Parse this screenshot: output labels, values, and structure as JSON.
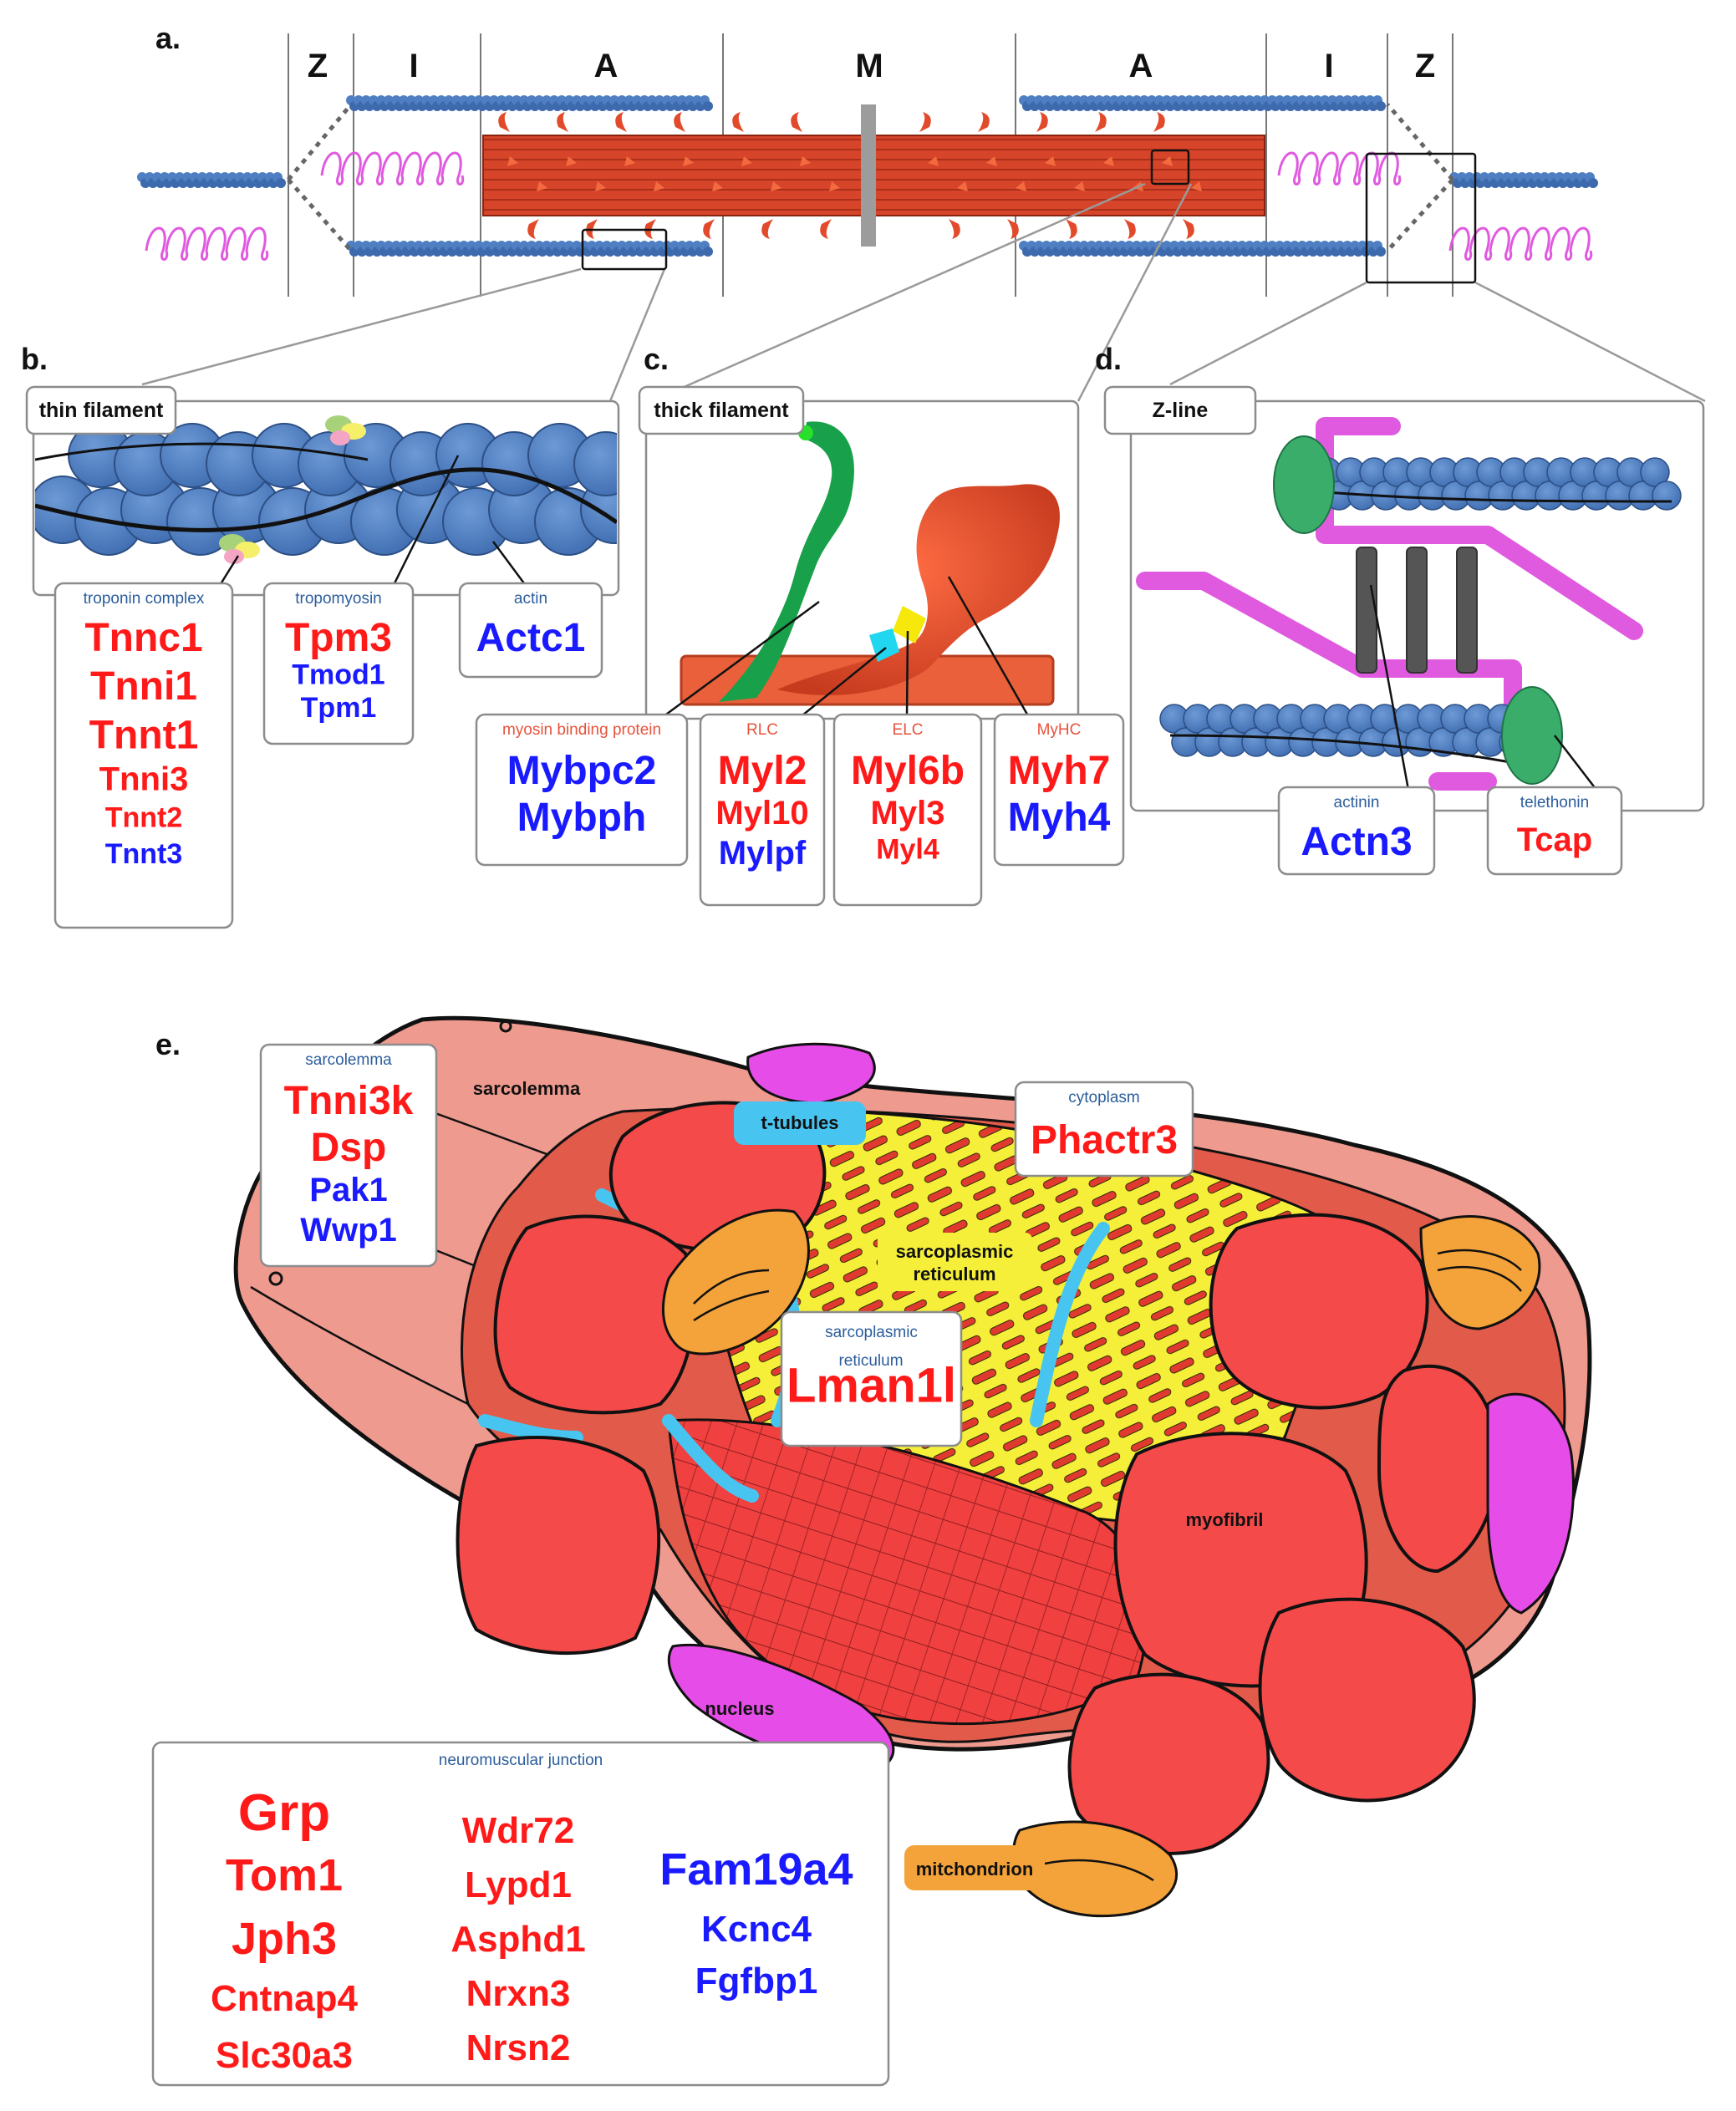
{
  "colors": {
    "red_gene": "#ff1a1a",
    "blue_gene": "#1a1aff",
    "actin": "#4f7fc2",
    "myosin": "#d9472b",
    "titin": "#e05adf",
    "sarcolemma": "#ee9a8f",
    "myofibril": "#f44a4a",
    "reticulum": "#f5ef3a",
    "t_tubules": "#48c4f0",
    "nucleus": "#e64ce8",
    "mitochondrion": "#f4a23a"
  },
  "panel_a": {
    "letter": "a.",
    "bands": [
      "Z",
      "I",
      "A",
      "M",
      "A",
      "I",
      "Z"
    ]
  },
  "panel_b": {
    "letter": "b.",
    "caption": "thin filament",
    "groups": [
      {
        "title": "troponin complex",
        "genes": [
          {
            "name": "Tnnc1",
            "color": "red",
            "size": "lg"
          },
          {
            "name": "Tnni1",
            "color": "red",
            "size": "lg"
          },
          {
            "name": "Tnnt1",
            "color": "red",
            "size": "lg"
          },
          {
            "name": "Tnni3",
            "color": "red",
            "size": "md"
          },
          {
            "name": "Tnnt2",
            "color": "red",
            "size": "sm"
          },
          {
            "name": "Tnnt3",
            "color": "blue",
            "size": "sm"
          }
        ]
      },
      {
        "title": "tropomyosin",
        "genes": [
          {
            "name": "Tpm3",
            "color": "red",
            "size": "lg"
          },
          {
            "name": "Tmod1",
            "color": "blue",
            "size": "sm"
          },
          {
            "name": "Tpm1",
            "color": "blue",
            "size": "sm"
          }
        ]
      },
      {
        "title": "actin",
        "genes": [
          {
            "name": "Actc1",
            "color": "blue",
            "size": "lg"
          }
        ]
      }
    ]
  },
  "panel_c": {
    "letter": "c.",
    "caption": "thick filament",
    "groups": [
      {
        "title": "myosin binding protein",
        "genes": [
          {
            "name": "Mybpc2",
            "color": "blue",
            "size": "lg"
          },
          {
            "name": "Mybph",
            "color": "blue",
            "size": "lg"
          }
        ]
      },
      {
        "title": "RLC",
        "genes": [
          {
            "name": "Myl2",
            "color": "red",
            "size": "lg"
          },
          {
            "name": "Myl10",
            "color": "red",
            "size": "md"
          },
          {
            "name": "Mylpf",
            "color": "blue",
            "size": "md"
          }
        ]
      },
      {
        "title": "ELC",
        "genes": [
          {
            "name": "Myl6b",
            "color": "red",
            "size": "lg"
          },
          {
            "name": "Myl3",
            "color": "red",
            "size": "md"
          },
          {
            "name": "Myl4",
            "color": "red",
            "size": "sm"
          }
        ]
      },
      {
        "title": "MyHC",
        "genes": [
          {
            "name": "Myh7",
            "color": "red",
            "size": "lg"
          },
          {
            "name": "Myh4",
            "color": "blue",
            "size": "lg"
          }
        ]
      }
    ]
  },
  "panel_d": {
    "letter": "d.",
    "caption": "Z-line",
    "groups": [
      {
        "title": "actinin",
        "genes": [
          {
            "name": "Actn3",
            "color": "blue",
            "size": "lg"
          }
        ]
      },
      {
        "title": "telethonin",
        "genes": [
          {
            "name": "Tcap",
            "color": "red",
            "size": "md"
          }
        ]
      }
    ]
  },
  "panel_e": {
    "letter": "e.",
    "structure_labels": {
      "sarcolemma": "sarcolemma",
      "t_tubules": "t-tubules",
      "sarcoplasmic_reticulum": "sarcoplasmic reticulum",
      "myofibril": "myofibril",
      "nucleus": "nucleus",
      "mitochondrion": "mitchondrion"
    },
    "groups": {
      "sarcolemma": {
        "title": "sarcolemma",
        "genes": [
          {
            "name": "Tnni3k",
            "color": "red",
            "size": "lg"
          },
          {
            "name": "Dsp",
            "color": "red",
            "size": "lg"
          },
          {
            "name": "Pak1",
            "color": "blue",
            "size": "md"
          },
          {
            "name": "Wwp1",
            "color": "blue",
            "size": "md"
          }
        ]
      },
      "cytoplasm": {
        "title": "cytoplasm",
        "genes": [
          {
            "name": "Phactr3",
            "color": "red",
            "size": "lg"
          }
        ]
      },
      "sarcoplasmic_reticulum": {
        "title": "sarcoplasmic reticulum",
        "genes": [
          {
            "name": "Lman1l",
            "color": "red",
            "size": "xl"
          }
        ]
      },
      "nmj": {
        "title": "neuromuscular junction",
        "columns": [
          [
            {
              "name": "Grp",
              "color": "red",
              "size": "xl"
            },
            {
              "name": "Tom1",
              "color": "red",
              "size": "lg"
            },
            {
              "name": "Jph3",
              "color": "red",
              "size": "lg"
            },
            {
              "name": "Cntnap4",
              "color": "red",
              "size": "md"
            },
            {
              "name": "Slc30a3",
              "color": "red",
              "size": "md"
            }
          ],
          [
            {
              "name": "Wdr72",
              "color": "red",
              "size": "md"
            },
            {
              "name": "Lypd1",
              "color": "red",
              "size": "md"
            },
            {
              "name": "Asphd1",
              "color": "red",
              "size": "md"
            },
            {
              "name": "Nrxn3",
              "color": "red",
              "size": "md"
            },
            {
              "name": "Nrsn2",
              "color": "red",
              "size": "md"
            }
          ],
          [
            {
              "name": "Fam19a4",
              "color": "blue",
              "size": "lg"
            },
            {
              "name": "Kcnc4",
              "color": "blue",
              "size": "md"
            },
            {
              "name": "Fgfbp1",
              "color": "blue",
              "size": "md"
            }
          ]
        ]
      }
    }
  }
}
